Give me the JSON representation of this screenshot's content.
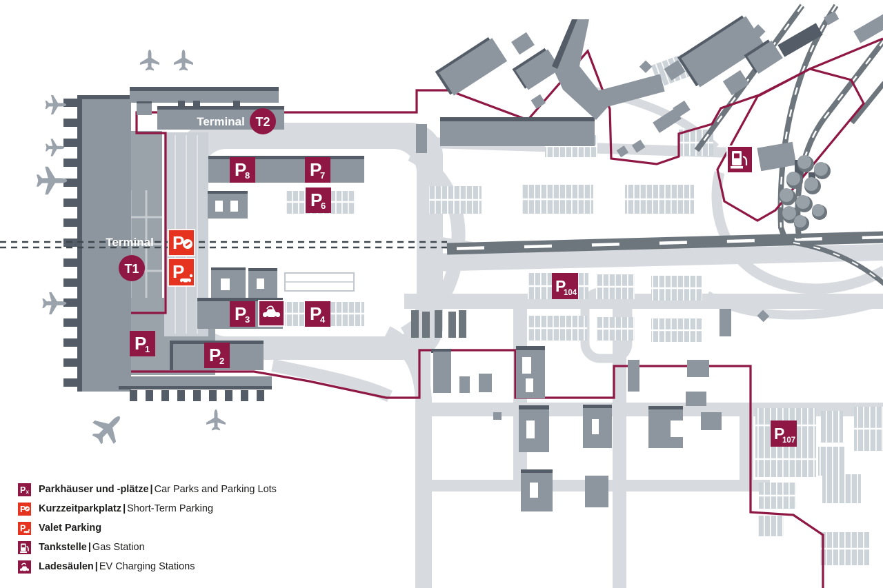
{
  "map": {
    "terminals": {
      "t1": {
        "label": "Terminal",
        "code": "T1"
      },
      "t2": {
        "label": "Terminal",
        "code": "T2"
      }
    },
    "parking_badges": {
      "p1": {
        "letter": "P",
        "number": "1"
      },
      "p2": {
        "letter": "P",
        "number": "2"
      },
      "p3": {
        "letter": "P",
        "number": "3"
      },
      "p4": {
        "letter": "P",
        "number": "4"
      },
      "p6": {
        "letter": "P",
        "number": "6"
      },
      "p7": {
        "letter": "P",
        "number": "7"
      },
      "p8": {
        "letter": "P",
        "number": "8"
      },
      "p104": {
        "letter": "P",
        "number": "104"
      },
      "p107": {
        "letter": "P",
        "number": "107"
      }
    },
    "service_badges": {
      "short_term": {
        "letter": "P",
        "icon": "parking-disc-icon"
      },
      "valet": {
        "letter": "P",
        "icon": "valet-car-icon"
      },
      "gas": {
        "icon": "gas-pump-icon"
      },
      "ev": {
        "icon": "ev-car-charging-icon"
      }
    }
  },
  "legend": {
    "icon_letters": {
      "px": {
        "main": "P",
        "sub": "x"
      },
      "po": {
        "main": "P"
      },
      "pv": {
        "main": "P"
      }
    },
    "items": [
      {
        "id": "car-parks",
        "de": "Parkhäuser und -plätze",
        "sep": "|",
        "en": "Car Parks and Parking Lots"
      },
      {
        "id": "short-term",
        "de": "Kurzzeitparkplatz",
        "sep": "|",
        "en": "Short-Term Parking"
      },
      {
        "id": "valet",
        "de": "Valet Parking",
        "sep": "",
        "en": ""
      },
      {
        "id": "gas",
        "de": "Tankstelle",
        "sep": "|",
        "en": "Gas Station"
      },
      {
        "id": "ev",
        "de": "Ladesäulen",
        "sep": "|",
        "en": "EV Charging Stations"
      }
    ]
  },
  "colors": {
    "boundary_maroon": "#8e1743",
    "badge_maroon": "#8e1743",
    "badge_red": "#e5331f",
    "building_gray": "#8d959e",
    "building_edge": "#545d67",
    "road_gray": "#d7dbdf",
    "parking_lot_gray": "#ccd3d9",
    "rail_gray": "#6d757d"
  }
}
